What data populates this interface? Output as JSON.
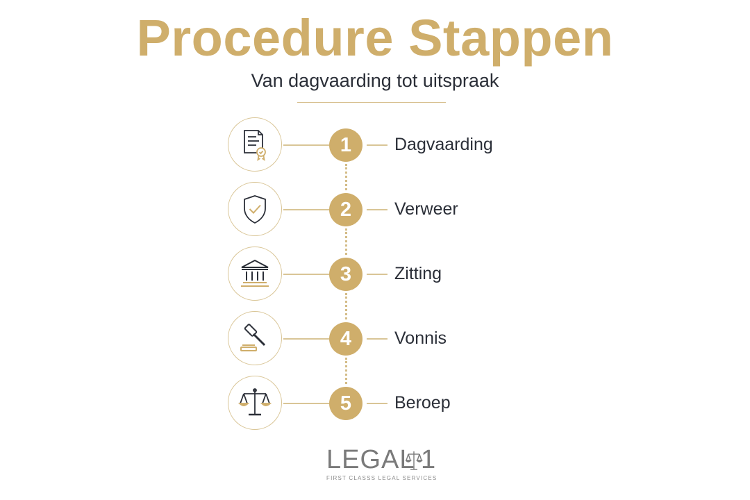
{
  "header": {
    "title": "Procedure Stappen",
    "subtitle": "Van dagvaarding tot uitspraak"
  },
  "steps": [
    {
      "number": "1",
      "label": "Dagvaarding",
      "icon": "document-seal-icon"
    },
    {
      "number": "2",
      "label": "Verweer",
      "icon": "shield-check-icon"
    },
    {
      "number": "3",
      "label": "Zitting",
      "icon": "courthouse-icon"
    },
    {
      "number": "4",
      "label": "Vonnis",
      "icon": "gavel-icon"
    },
    {
      "number": "5",
      "label": "Beroep",
      "icon": "scales-icon"
    }
  ],
  "logo": {
    "text": "LEGAL",
    "number": "1",
    "tagline": "FIRST CLASSS LEGAL SERVICES",
    "icon": "scales-icon"
  },
  "colors": {
    "gold": "#cfae6b",
    "text": "#2b2f38",
    "line": "#d9c596",
    "logo_gray": "#7a7a7a"
  }
}
